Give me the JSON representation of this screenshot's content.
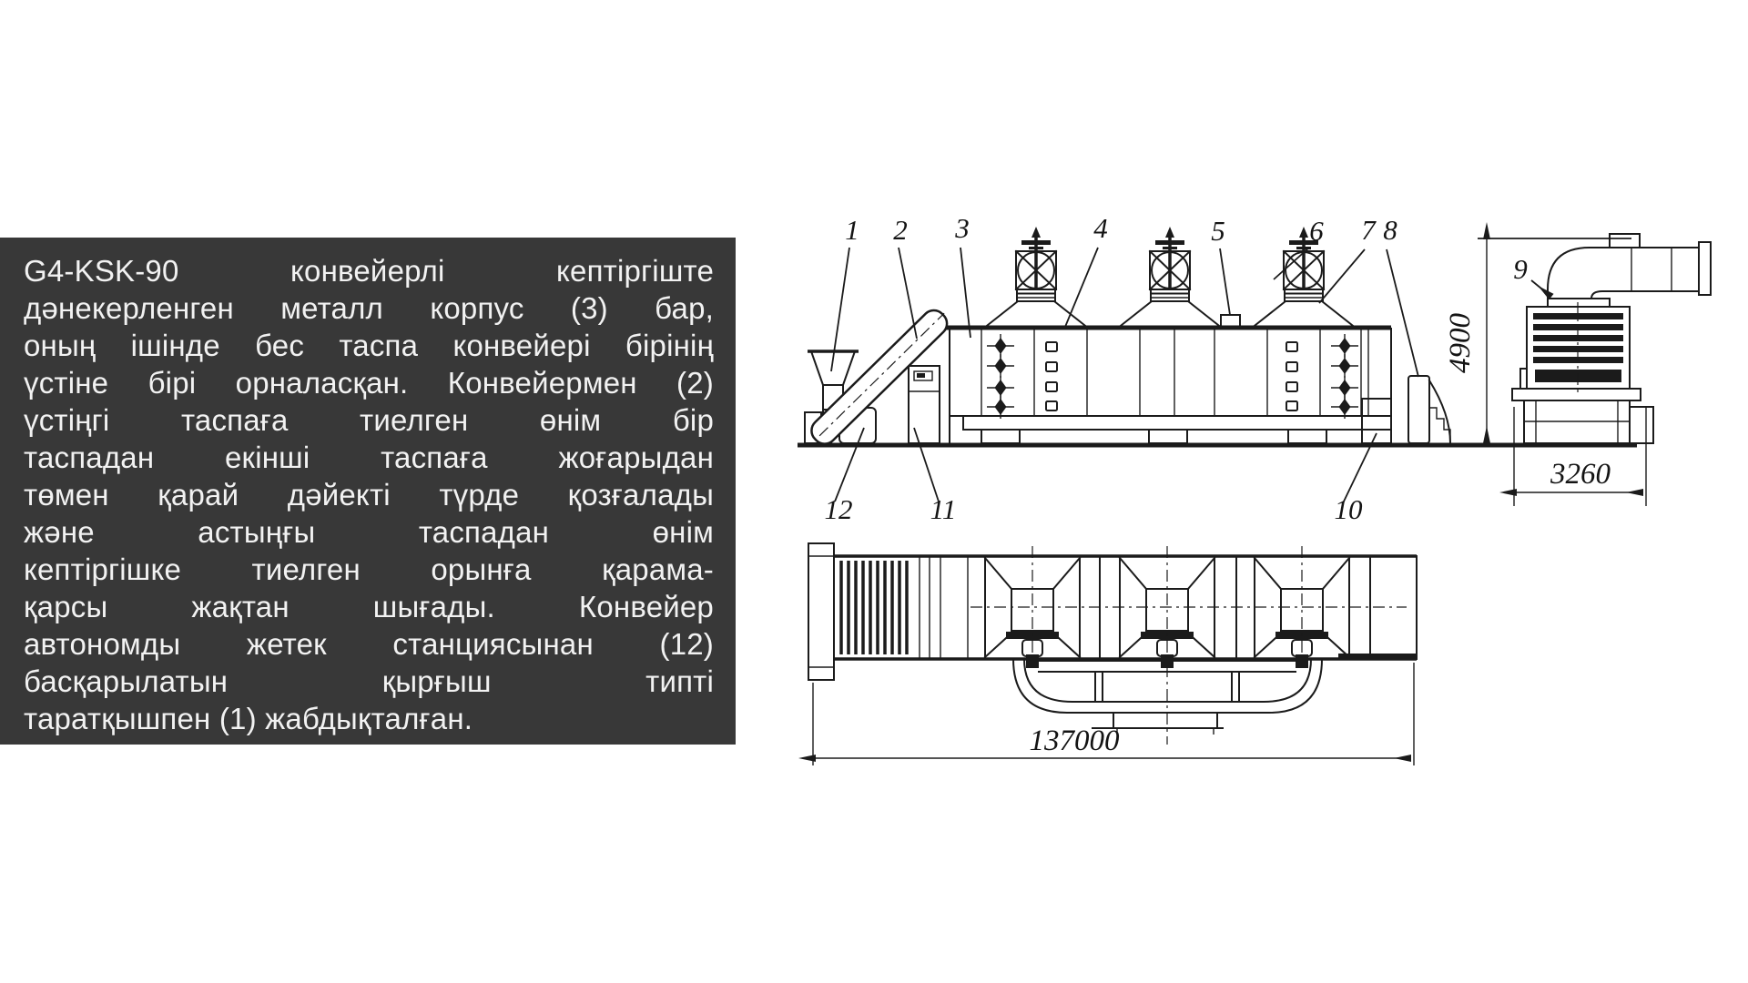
{
  "panel": {
    "bg_color": "#383838",
    "text_color": "#f2f2f2",
    "lines": [
      "G4-KSK-90 конвейерлі кептіргіште",
      "дәнекерленген металл корпус (3) бар,",
      "оның ішінде бес таспа конвейері бірінің",
      "үстіне бірі орналасқан. Конвейермен (2)",
      "үстіңгі таспаға тиелген өнім бір",
      "таспадан екінші таспаға жоғарыдан",
      "төмен қарай дәйекті түрде қозғалады",
      "және астыңғы таспадан өнім",
      "кептіргішке тиелген орынға қарама-",
      "қарсы жақтан шығады. Конвейер",
      "автономды жетек станциясынан (12)",
      "басқарылатын қырғыш типті",
      "таратқышпен (1) жабдықталған."
    ]
  },
  "diagram": {
    "ink_color": "#1b1b1b",
    "part_labels": [
      "1",
      "2",
      "3",
      "4",
      "5",
      "6",
      "7",
      "8",
      "9",
      "10",
      "11",
      "12"
    ],
    "dimensions": {
      "height": "4900",
      "end_width": "3260",
      "length": "137000"
    }
  }
}
